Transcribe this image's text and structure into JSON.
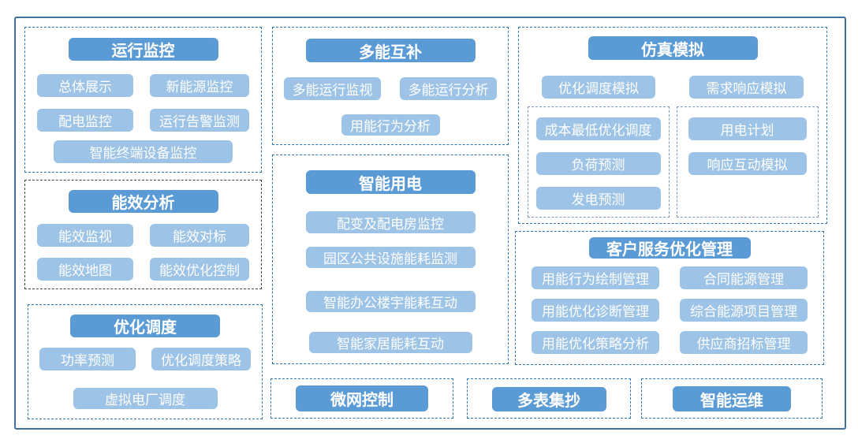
{
  "colors": {
    "header_bg": "#5B9BD5",
    "item_bg": "#9DC3E6",
    "border_blue": "#2E75B6",
    "border_dark": "#404040",
    "outer_border": "#41719C",
    "subbox_border": "#7F99B8"
  },
  "groups": {
    "operation_monitoring": {
      "title": "运行监控",
      "items": [
        "总体展示",
        "新能源监控",
        "配电监控",
        "运行告警监测",
        "智能终端设备监控"
      ]
    },
    "energy_efficiency": {
      "title": "能效分析",
      "items": [
        "能效监视",
        "能效对标",
        "能效地图",
        "能效优化控制"
      ]
    },
    "optimization_dispatch": {
      "title": "优化调度",
      "items": [
        "功率预测",
        "优化调度策略",
        "虚拟电厂调度"
      ]
    },
    "multi_energy": {
      "title": "多能互补",
      "items": [
        "多能运行监视",
        "多能运行分析",
        "用能行为分析"
      ]
    },
    "smart_power": {
      "title": "智能用电",
      "items": [
        "配变及配电房监控",
        "园区公共设施能耗监测",
        "智能办公楼宇能耗互动",
        "智能家居能耗互动"
      ]
    },
    "simulation": {
      "title": "仿真模拟",
      "items": [
        "优化调度模拟",
        "需求响应模拟"
      ],
      "sub_left": [
        "成本最低优化调度",
        "负荷预测",
        "发电预测"
      ],
      "sub_right": [
        "用电计划",
        "响应互动模拟"
      ]
    },
    "customer_service": {
      "title": "客户服务优化管理",
      "rows": [
        [
          "用能行为绘制管理",
          "合同能源管理"
        ],
        [
          "用能优化诊断管理",
          "综合能源项目管理"
        ],
        [
          "用能优化策略分析",
          "供应商招标管理"
        ]
      ]
    },
    "microgrid": {
      "title": "微网控制"
    },
    "meter_reading": {
      "title": "多表集抄"
    },
    "smart_om": {
      "title": "智能运维"
    }
  }
}
